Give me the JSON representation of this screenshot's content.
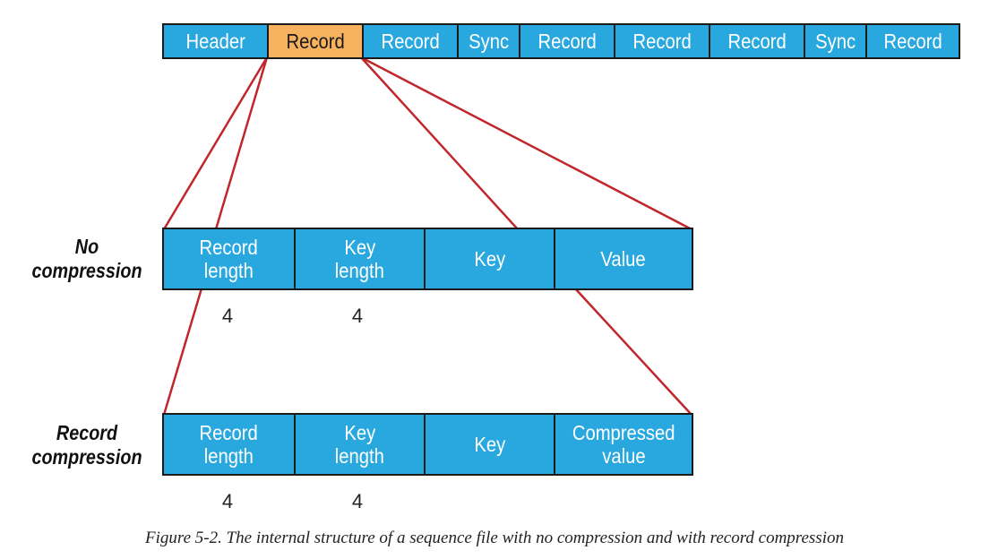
{
  "top_row": {
    "cells": [
      "Header",
      "Record",
      "Record",
      "Sync",
      "Record",
      "Record",
      "Record",
      "Sync",
      "Record"
    ],
    "highlighted_index": 1
  },
  "no_compression": {
    "label_line1": "No",
    "label_line2": "compression",
    "cells": [
      {
        "line1": "Record",
        "line2": "length"
      },
      {
        "line1": "Key",
        "line2": "length"
      },
      {
        "line1": "Key",
        "line2": ""
      },
      {
        "line1": "Value",
        "line2": ""
      }
    ],
    "sizes": [
      "4",
      "4"
    ]
  },
  "record_compression": {
    "label_line1": "Record",
    "label_line2": "compression",
    "cells": [
      {
        "line1": "Record",
        "line2": "length"
      },
      {
        "line1": "Key",
        "line2": "length"
      },
      {
        "line1": "Key",
        "line2": ""
      },
      {
        "line1": "Compressed",
        "line2": "value"
      }
    ],
    "sizes": [
      "4",
      "4"
    ]
  },
  "caption": "Figure 5-2. The internal structure of a sequence file with no compression and with record compression",
  "colors": {
    "cell_blue": "#29a8e0",
    "cell_highlight": "#f7b25f",
    "connector_red": "#c0272d",
    "border": "#1a1a1a"
  }
}
